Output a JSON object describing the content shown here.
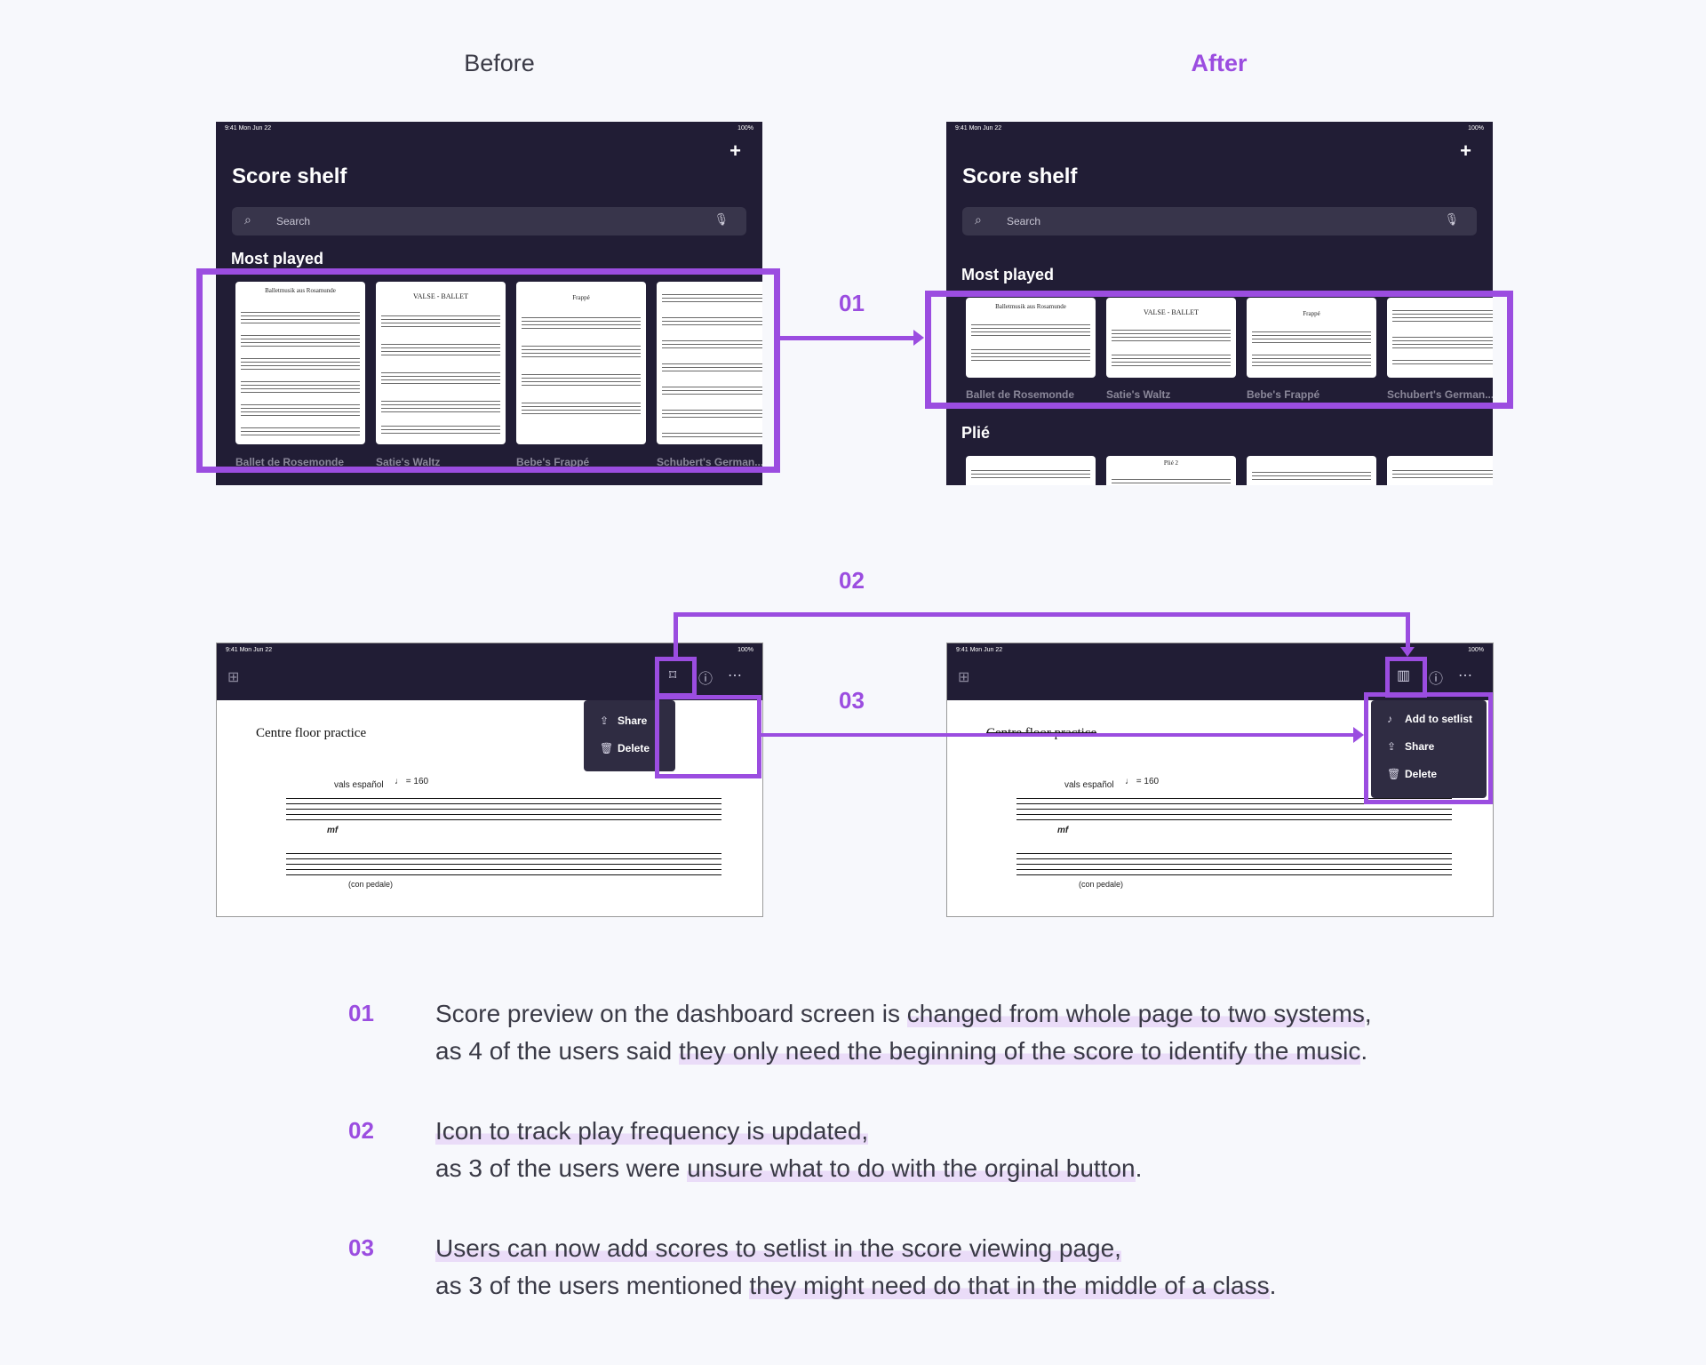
{
  "labels": {
    "before": "Before",
    "after": "After"
  },
  "status_bar": {
    "time": "9:41  Mon Jun 22",
    "battery": "100%"
  },
  "app": {
    "plus": "+",
    "title": "Score shelf",
    "search_placeholder": "Search",
    "most_played": "Most played",
    "plie": "Plié"
  },
  "thumbnails": {
    "titles": [
      "Balletmusik aus Rosamunde",
      "VALSE - BALLET",
      "Frappé",
      "",
      "Plié 2"
    ],
    "captions": [
      "Ballet de Rosemonde",
      "Satie's Waltz",
      "Bebe's Frappé",
      "Schubert's German..."
    ]
  },
  "viewer": {
    "practice": "Centre floor practice",
    "tempo_label": "vals español",
    "tempo_mark": "♩ = 160",
    "dynamic": "mf",
    "pedal": "(con pedale)"
  },
  "menu_before": [
    {
      "icon": "share-icon",
      "label": "Share"
    },
    {
      "icon": "trash-icon",
      "label": "Delete"
    }
  ],
  "menu_after": [
    {
      "icon": "add-setlist-icon",
      "label": "Add to setlist"
    },
    {
      "icon": "share-icon",
      "label": "Share"
    },
    {
      "icon": "trash-icon",
      "label": "Delete"
    }
  ],
  "callouts": [
    "01",
    "02",
    "03"
  ],
  "notes": [
    {
      "num": "01",
      "line1_a": "Score preview on the dashboard screen is ",
      "line1_b": "changed from whole page to two systems",
      "line1_c": ",",
      "line2_a": "as 4 of the users said ",
      "line2_b": "they only need the beginning of the score to identify the music",
      "line2_c": "."
    },
    {
      "num": "02",
      "line1_a": "",
      "line1_b": "Icon to track play frequency is updated,",
      "line1_c": "",
      "line2_a": "as 3 of the users were ",
      "line2_b": "unsure what to do with the orginal button",
      "line2_c": "."
    },
    {
      "num": "03",
      "line1_a": "",
      "line1_b": "Users can now add scores to setlist in the score viewing page,",
      "line1_c": "",
      "line2_a": "as 3 of the users mentioned ",
      "line2_b": "they might need do that in the middle of a class",
      "line2_c": "."
    }
  ],
  "colors": {
    "accent": "#9b4de0",
    "app_bg": "#211d35",
    "page_bg": "#f7f8fc"
  }
}
